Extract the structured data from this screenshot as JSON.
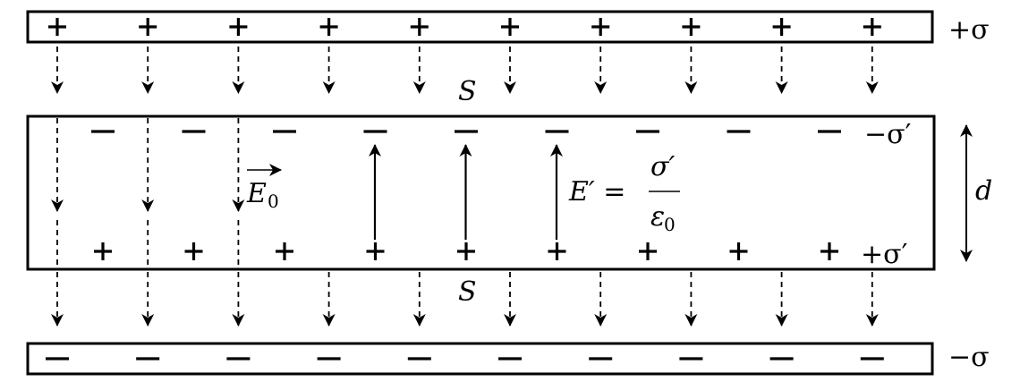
{
  "top_plate": {
    "sign": "+",
    "count": 10,
    "label": "+σ"
  },
  "bottom_plate": {
    "sign": "−",
    "count": 10,
    "label": "−σ"
  },
  "dielectric": {
    "top_sign": "−",
    "top_count": 9,
    "top_label": "−σ′",
    "bottom_sign": "+",
    "bottom_count": 9,
    "bottom_label": "+σ′",
    "thickness_label": "d"
  },
  "surface_label_upper": "S",
  "surface_label_lower": "S",
  "field_E0": {
    "letter": "E",
    "subscript": "0",
    "arrow": "→"
  },
  "field_Eprime": {
    "lhs": "E′ =",
    "numerator": "σ′",
    "denominator": "ε",
    "denominator_sub": "0"
  },
  "arrows": {
    "external_field_lines": 10,
    "internal_field_arrows": 3
  }
}
